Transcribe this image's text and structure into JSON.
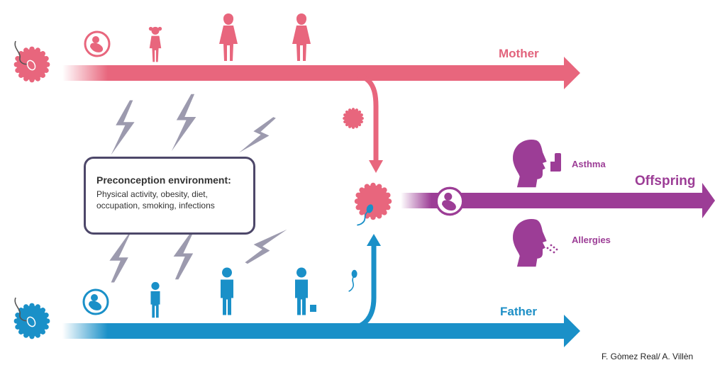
{
  "labels": {
    "mother": "Mother",
    "father": "Father",
    "offspring": "Offspring",
    "asthma": "Asthma",
    "allergies": "Allergies"
  },
  "environment": {
    "title": "Preconception environment:",
    "body": "Physical activity, obesity, diet, occupation, smoking, infections"
  },
  "credit": "F. Gòmez Real/ A. Villèn",
  "colors": {
    "mother": "#e8667d",
    "father": "#1a90c8",
    "offspring": "#9c3d96",
    "environment": "#9c9aae",
    "box_border": "#4d4769"
  },
  "icons": [
    "egg-cell-icon",
    "sperm-icon",
    "fetus-icon",
    "girl-icon",
    "woman-icon",
    "boy-icon",
    "man-icon",
    "businessman-icon",
    "head-profile-icon",
    "inhaler-icon",
    "lightning-icon"
  ]
}
